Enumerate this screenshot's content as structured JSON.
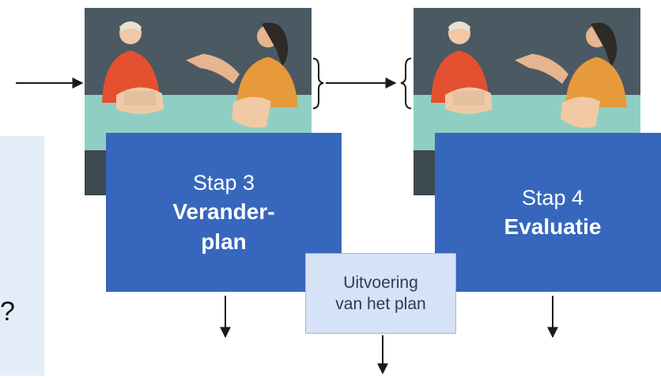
{
  "steps": [
    {
      "number": "Stap 3",
      "name": "Verander-\nplan"
    },
    {
      "number": "Stap 4",
      "name": "Evaluatie"
    }
  ],
  "execution_label": "Uitvoering\nvan het plan",
  "left_glyph": "?",
  "colors": {
    "step_box": "#3767bd",
    "execution_box": "#d6e2f5",
    "scene_wall": "#4b5963",
    "scene_table": "#8fcfc3",
    "left_panel": "#e3edf9"
  }
}
